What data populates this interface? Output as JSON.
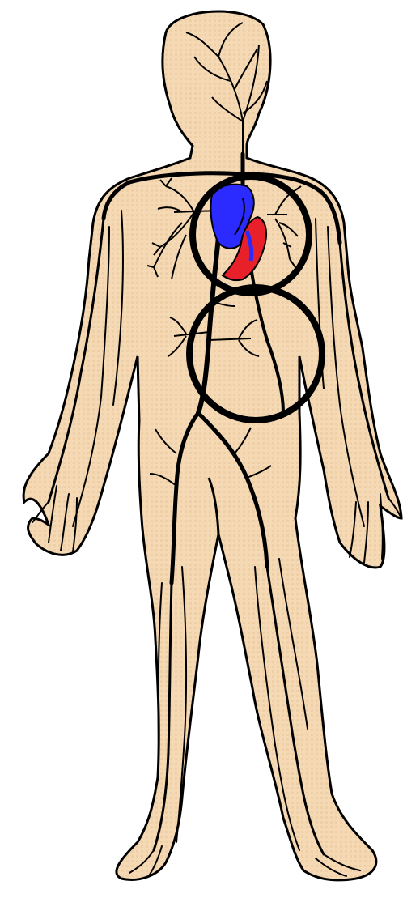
{
  "diagram": {
    "subject": "human-circulatory-system",
    "colors": {
      "background": "#ffffff",
      "skin": "#f5d9b4",
      "outline": "#000000",
      "vessels": "#000000",
      "heart_deoxygenated": "#2b2bff",
      "heart_oxygenated": "#e8202a",
      "highlight_circle": "#000000"
    },
    "highlights": [
      {
        "name": "chest-circle"
      },
      {
        "name": "abdomen-circle"
      }
    ]
  }
}
